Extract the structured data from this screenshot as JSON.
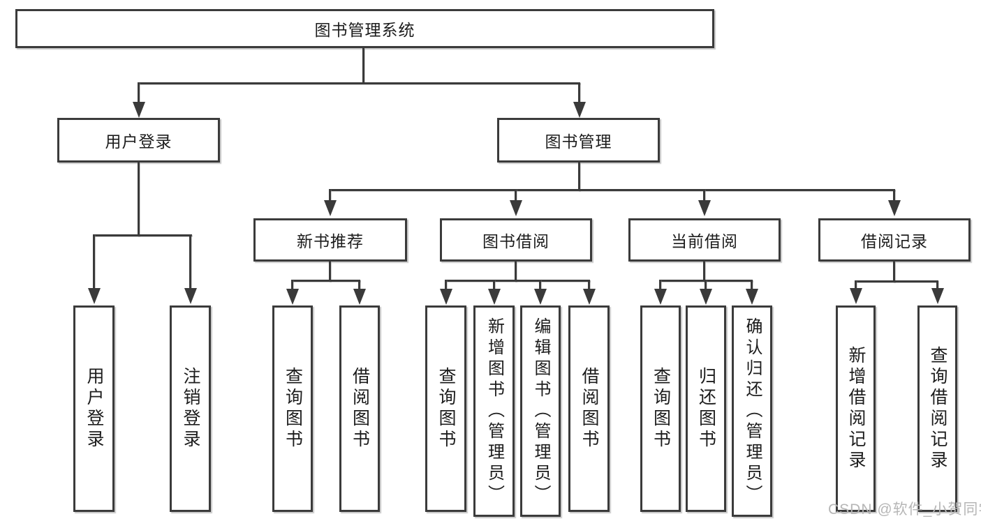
{
  "diagram": {
    "root": {
      "label": "图书管理系统"
    },
    "user_login": {
      "label": "用户登录",
      "children": [
        {
          "label": "用户登录"
        },
        {
          "label": "注销登录"
        }
      ]
    },
    "book_mgmt": {
      "label": "图书管理",
      "children": [
        {
          "label": "新书推荐",
          "children": [
            {
              "label": "查询图书"
            },
            {
              "label": "借阅图书"
            }
          ]
        },
        {
          "label": "图书借阅",
          "children": [
            {
              "label": "查询图书"
            },
            {
              "label": "新增图书（管理员）"
            },
            {
              "label": "编辑图书（管理员）"
            },
            {
              "label": "借阅图书"
            }
          ]
        },
        {
          "label": "当前借阅",
          "children": [
            {
              "label": "查询图书"
            },
            {
              "label": "归还图书"
            },
            {
              "label": "确认归还（管理员）"
            }
          ]
        },
        {
          "label": "借阅记录",
          "children": [
            {
              "label": "新增借阅记录"
            },
            {
              "label": "查询借阅记录"
            }
          ]
        }
      ]
    },
    "line_color": "#3a3a3a"
  },
  "watermark": {
    "text": "CSDN @软件_小贺同学",
    "color": "#b6b6b6"
  }
}
